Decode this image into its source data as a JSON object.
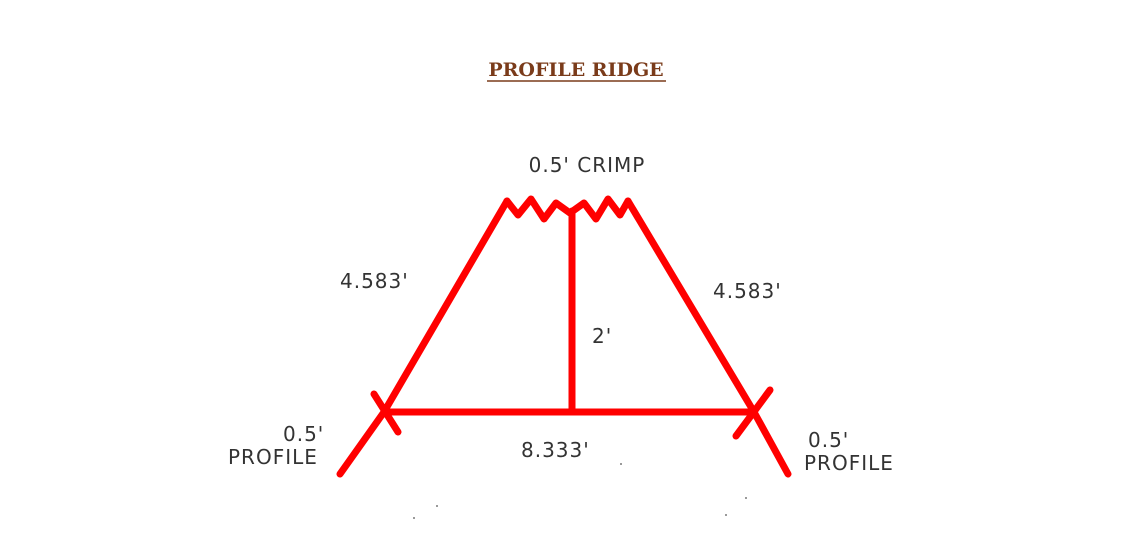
{
  "title": "PROFILE  RIDGE",
  "colors": {
    "line": "#ff0000",
    "title": "#7a3b1a",
    "text": "#333333"
  },
  "labels": {
    "crimp": "0.5' CRIMP",
    "left_slope": "4.583'",
    "right_slope": "4.583'",
    "height": "2'",
    "base": "8.333'",
    "left_profile_size": "0.5'",
    "left_profile_word": "PROFILE",
    "right_profile_size": "0.5'",
    "right_profile_word": "PROFILE"
  }
}
